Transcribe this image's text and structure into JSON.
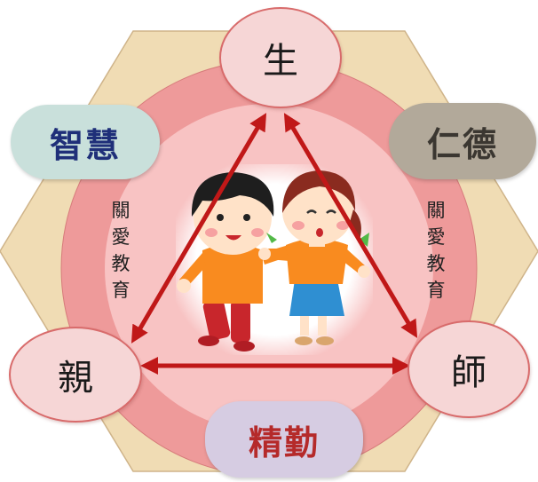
{
  "nodes": {
    "student": "生",
    "parent": "親",
    "teacher": "師"
  },
  "pills": {
    "wisdom": "智慧",
    "virtue": "仁德",
    "diligence": "精勤"
  },
  "side_labels": {
    "left": [
      "關",
      "愛",
      "教",
      "育"
    ],
    "right": [
      "關",
      "愛",
      "教",
      "育"
    ]
  },
  "colors": {
    "hexagon": "#f0dcb4",
    "outer_circle": "#ee9a9a",
    "inner_circle": "#f8c3c3",
    "arrow": "#c01818",
    "kids_shirt": "#f98b1f",
    "boy_pants": "#c8262c",
    "girl_skirt": "#2f8fd2"
  }
}
